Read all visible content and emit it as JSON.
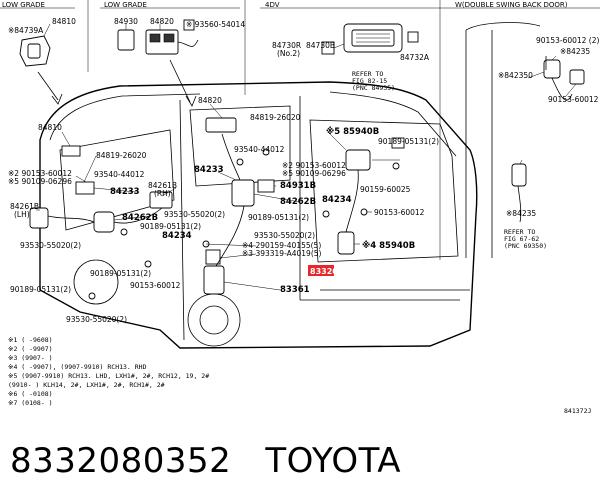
{
  "headers": {
    "low_grade_1": "LOW GRADE",
    "low_grade_2": "LOW GRADE",
    "fourwd": "4DV",
    "double_swing": "W(DOUBLE SWING BACK DOOR)"
  },
  "parts": {
    "p84810_top": "84810",
    "p84739a": "※84739A",
    "p84930": "84930",
    "p84820_top": "84820",
    "p93560": "※ 93560-54014",
    "p84820_mid": "84820",
    "p84810_mid": "84810",
    "p84819": "84819-26020",
    "p93540_a": "93540-44012",
    "p84819_b": "84819-26020",
    "p93540_b": "93540-44012",
    "p90153_a": "※2 90153-60012",
    "p90109_a": "※5 90109-06296",
    "p84233_a": "84233",
    "p84261b_a": "84261B",
    "p84261b_a2": "(RH)",
    "p84233_b": "84233",
    "p84261b_b": "84261B",
    "p84261b_b2": "(LH)",
    "p84262b_a": "84262B",
    "p93530_a": "93530-55020(2)",
    "p93530_b": "93530-55020(2)",
    "p90189_a": "90189-05131(2)",
    "p84234_a": "84234",
    "p90189_b": "90189-05131(2)",
    "p90189_c": "90189-05131(2)",
    "p90189_d": "90189-05131(2)",
    "p90153_b": "90153-60012",
    "p93530_c": "93530-55020(2)",
    "p93530_d": "93530-55020(2)",
    "p84931b": "84931B",
    "p84262b_b": "84262B",
    "p84234_b": "84234",
    "p290159": "※4 290159-40155(5)",
    "p393319": "※3 393319-A4019(5)",
    "p85940b_a": "※5 85940B",
    "p90189_e": "90189-05131(2)",
    "p90153_c": "※2 90153-60012",
    "p90109_b": "※5 90109-06296",
    "p90159": "90159-60025",
    "p85940b_b": "※4 85940B",
    "p90153_d": "90153-60012",
    "p83361": "83361",
    "p84730r": "84730R",
    "p84730r_2": "(No.2)",
    "p84730b": "84730B",
    "p84732a": "84732A",
    "ref1_a": "REFER TO",
    "ref1_b": "FIG 82-15",
    "ref1_c": "(PNC 84935)",
    "p90153_e": "90153-60012 (2)",
    "p84235_a": "※84235",
    "p84235o": "※842350",
    "p90153_f": "90153-60012 (2)",
    "p84235_b": "※84235",
    "ref2_a": "REFER TO",
    "ref2_b": "FIG 67-62",
    "ref2_c": "(PNC 69350)",
    "highlight": "83320"
  },
  "notes": [
    "※1 (     -9608)",
    "※2 (     -9907)",
    "※3 (9907-     )",
    "※4 (     -9907), (9907-9910) RCH13.  RHD",
    "※5 (9907-9910) RCH13.  LHD, LXH1#, 2#, RCH12, 19, 2#",
    "    (9910-     ) KLH14, 2#, LXH1#, 2#, RCH1#, 2#",
    "※6 (     -0108)",
    "※7 (0108-     )"
  ],
  "figure_id": "841372J",
  "caption": {
    "part_number": "8332080352",
    "brand": "TOYOTA"
  }
}
